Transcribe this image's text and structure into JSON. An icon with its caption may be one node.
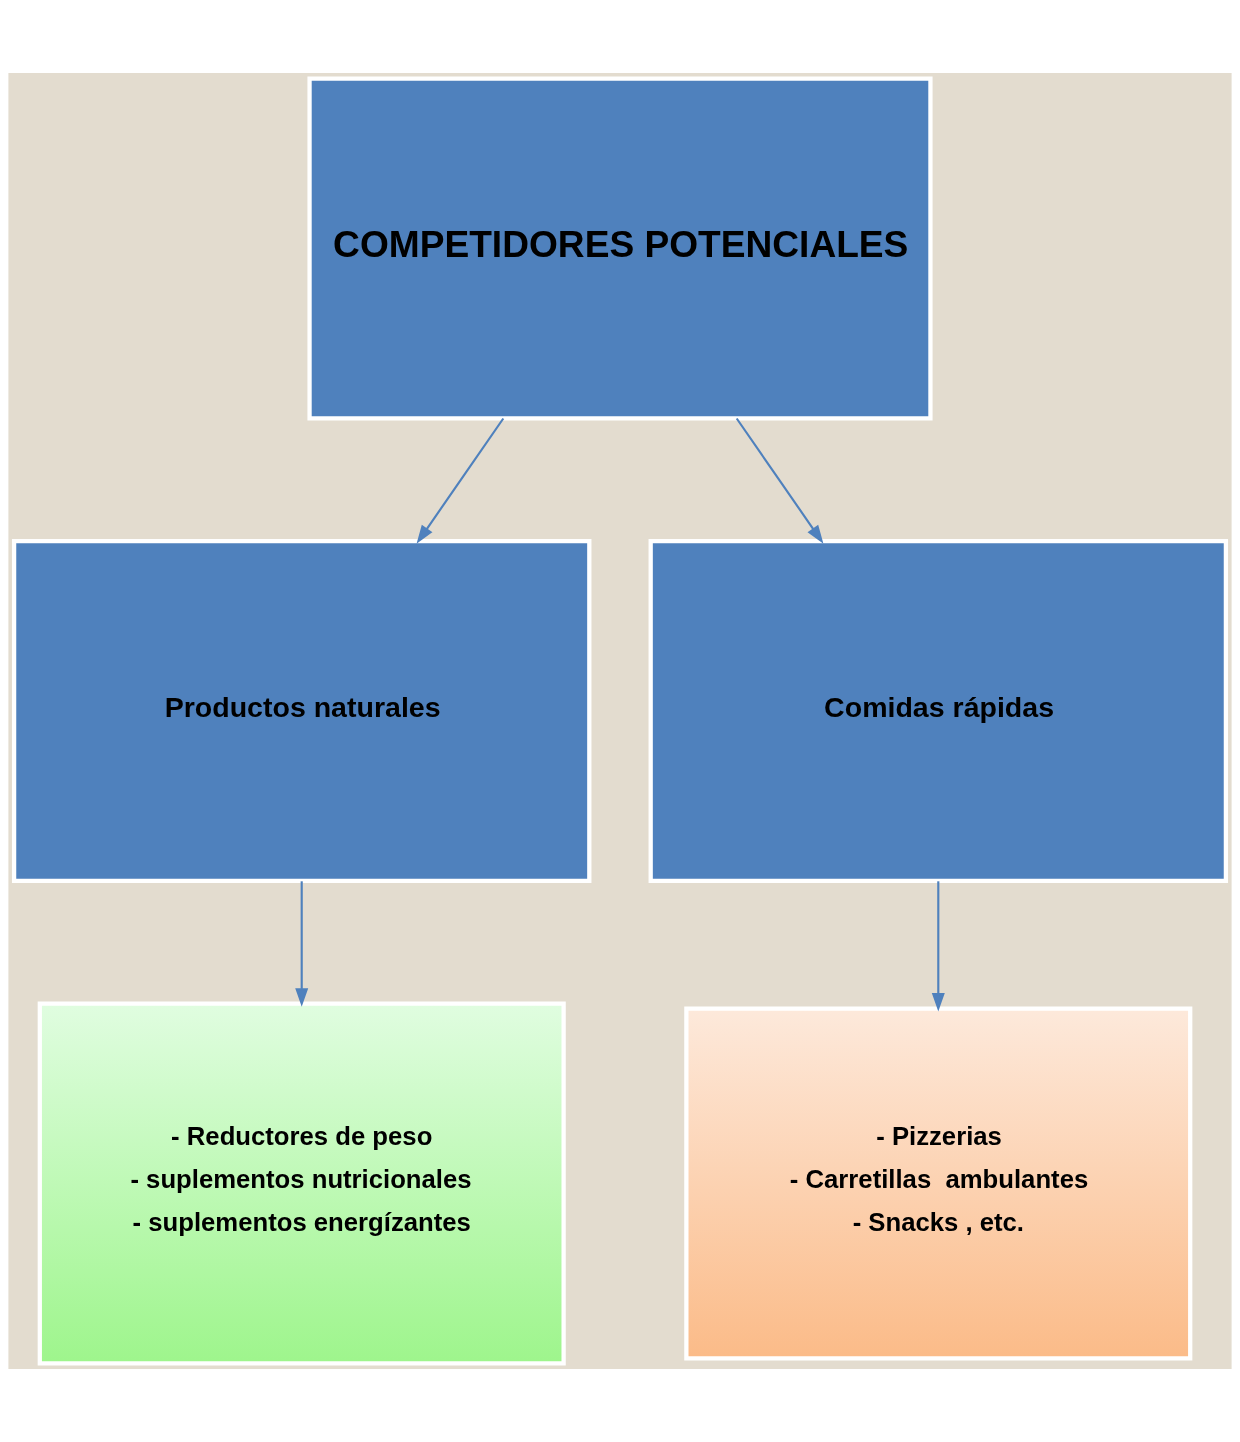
{
  "diagram": {
    "nodes": [
      {
        "text": [
          "COMPETIDORES POTENCIALES"
        ]
      },
      {
        "text": [
          "Productos naturales"
        ]
      },
      {
        "text": [
          "Comidas rápidas"
        ]
      },
      {
        "text": [
          "- Reductores de peso",
          "- suplementos nutricionales",
          "- suplementos energízantes"
        ]
      },
      {
        "text": [
          "- Pizzerias",
          "- Carretillas  ambulantes",
          "- Snacks , etc."
        ]
      }
    ],
    "edges": [
      {
        "from": 0,
        "to": 1,
        "arrow": "to"
      },
      {
        "from": 0,
        "to": 2,
        "arrow": "to"
      },
      {
        "from": 1,
        "to": 3,
        "arrow": "to"
      },
      {
        "from": 2,
        "to": 4,
        "arrow": "to"
      }
    ]
  }
}
